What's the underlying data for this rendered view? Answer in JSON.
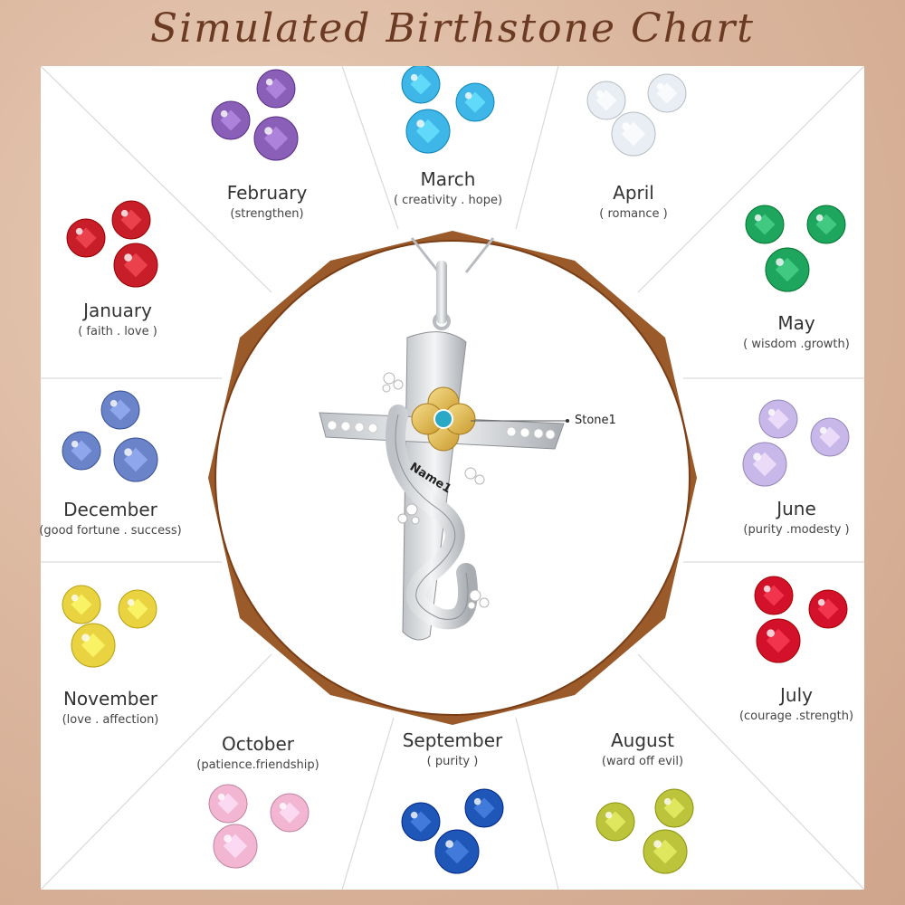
{
  "title": "Simulated Birthstone Chart",
  "months": [
    {
      "key": "january",
      "name": "January",
      "meaning": "( faith . love )",
      "color": "#c81e2a"
    },
    {
      "key": "february",
      "name": "February",
      "meaning": "(strengthen)",
      "color": "#8a5fb8"
    },
    {
      "key": "march",
      "name": "March",
      "meaning": "( creativity . hope)",
      "color": "#3fb6e8"
    },
    {
      "key": "april",
      "name": "April",
      "meaning": "( romance )",
      "color": "#e8eef3"
    },
    {
      "key": "may",
      "name": "May",
      "meaning": "( wisdom .growth)",
      "color": "#1ea55e"
    },
    {
      "key": "june",
      "name": "June",
      "meaning": "(purity .modesty )",
      "color": "#c8b8ea"
    },
    {
      "key": "july",
      "name": "July",
      "meaning": "(courage .strength)",
      "color": "#d4112a"
    },
    {
      "key": "august",
      "name": "August",
      "meaning": "(ward off evil)",
      "color": "#bcc43c"
    },
    {
      "key": "september",
      "name": "September",
      "meaning": "( purity )",
      "color": "#1e57b8"
    },
    {
      "key": "october",
      "name": "October",
      "meaning": "(patience.friendship)",
      "color": "#f2b6d2"
    },
    {
      "key": "november",
      "name": "November",
      "meaning": "(love . affection)",
      "color": "#e9d341"
    },
    {
      "key": "december",
      "name": "December",
      "meaning": "(good fortune . success)",
      "color": "#6a83c9"
    }
  ],
  "pendant": {
    "stone_label": "Stone1",
    "name_label": "Name1"
  },
  "colors": {
    "ring": "#8a4a1e",
    "title": "#6b3a22"
  }
}
